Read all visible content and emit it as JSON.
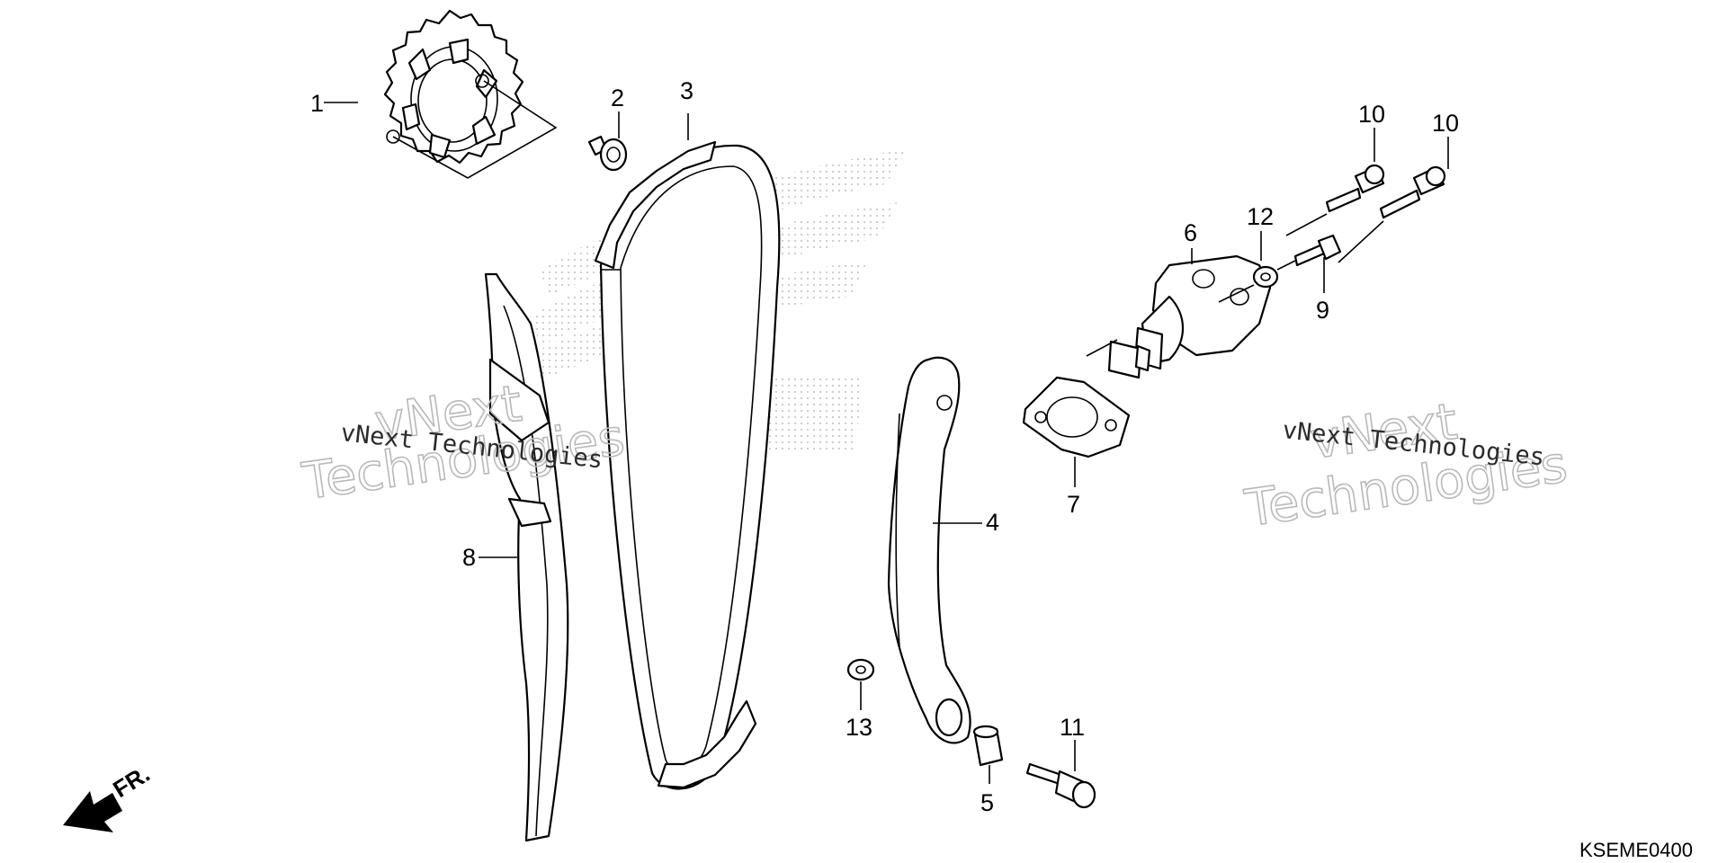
{
  "callouts": {
    "p1": "1",
    "p2": "2",
    "p3": "3",
    "p4": "4",
    "p5": "5",
    "p6": "6",
    "p7": "7",
    "p8": "8",
    "p9": "9",
    "p10a": "10",
    "p10b": "10",
    "p11": "11",
    "p12": "12",
    "p13": "13"
  },
  "watermark": {
    "brand_line1": "vNext",
    "brand_line2": "Technologies",
    "brand_inline": "vNext Technologies"
  },
  "direction_label": "FR.",
  "diagram_code": "KSEME0400",
  "icons": {
    "background_logo": "honda-wing-icon",
    "direction": "front-arrow-icon"
  }
}
